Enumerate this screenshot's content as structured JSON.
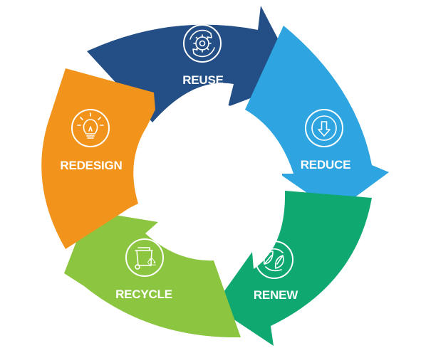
{
  "diagram": {
    "stages": [
      {
        "id": "reuse",
        "label": "REUSE",
        "color": "#234f86",
        "icon": "gear-recycle-icon"
      },
      {
        "id": "reduce",
        "label": "REDUCE",
        "color": "#2ea5e0",
        "icon": "down-arrow-icon"
      },
      {
        "id": "renew",
        "label": "RENEW",
        "color": "#0fa870",
        "icon": "leaves-icon"
      },
      {
        "id": "recycle",
        "label": "RECYCLE",
        "color": "#8cc640",
        "icon": "recycle-bin-icon"
      },
      {
        "id": "redesign",
        "label": "REDESIGN",
        "color": "#f2941c",
        "icon": "lightbulb-icon"
      }
    ]
  }
}
